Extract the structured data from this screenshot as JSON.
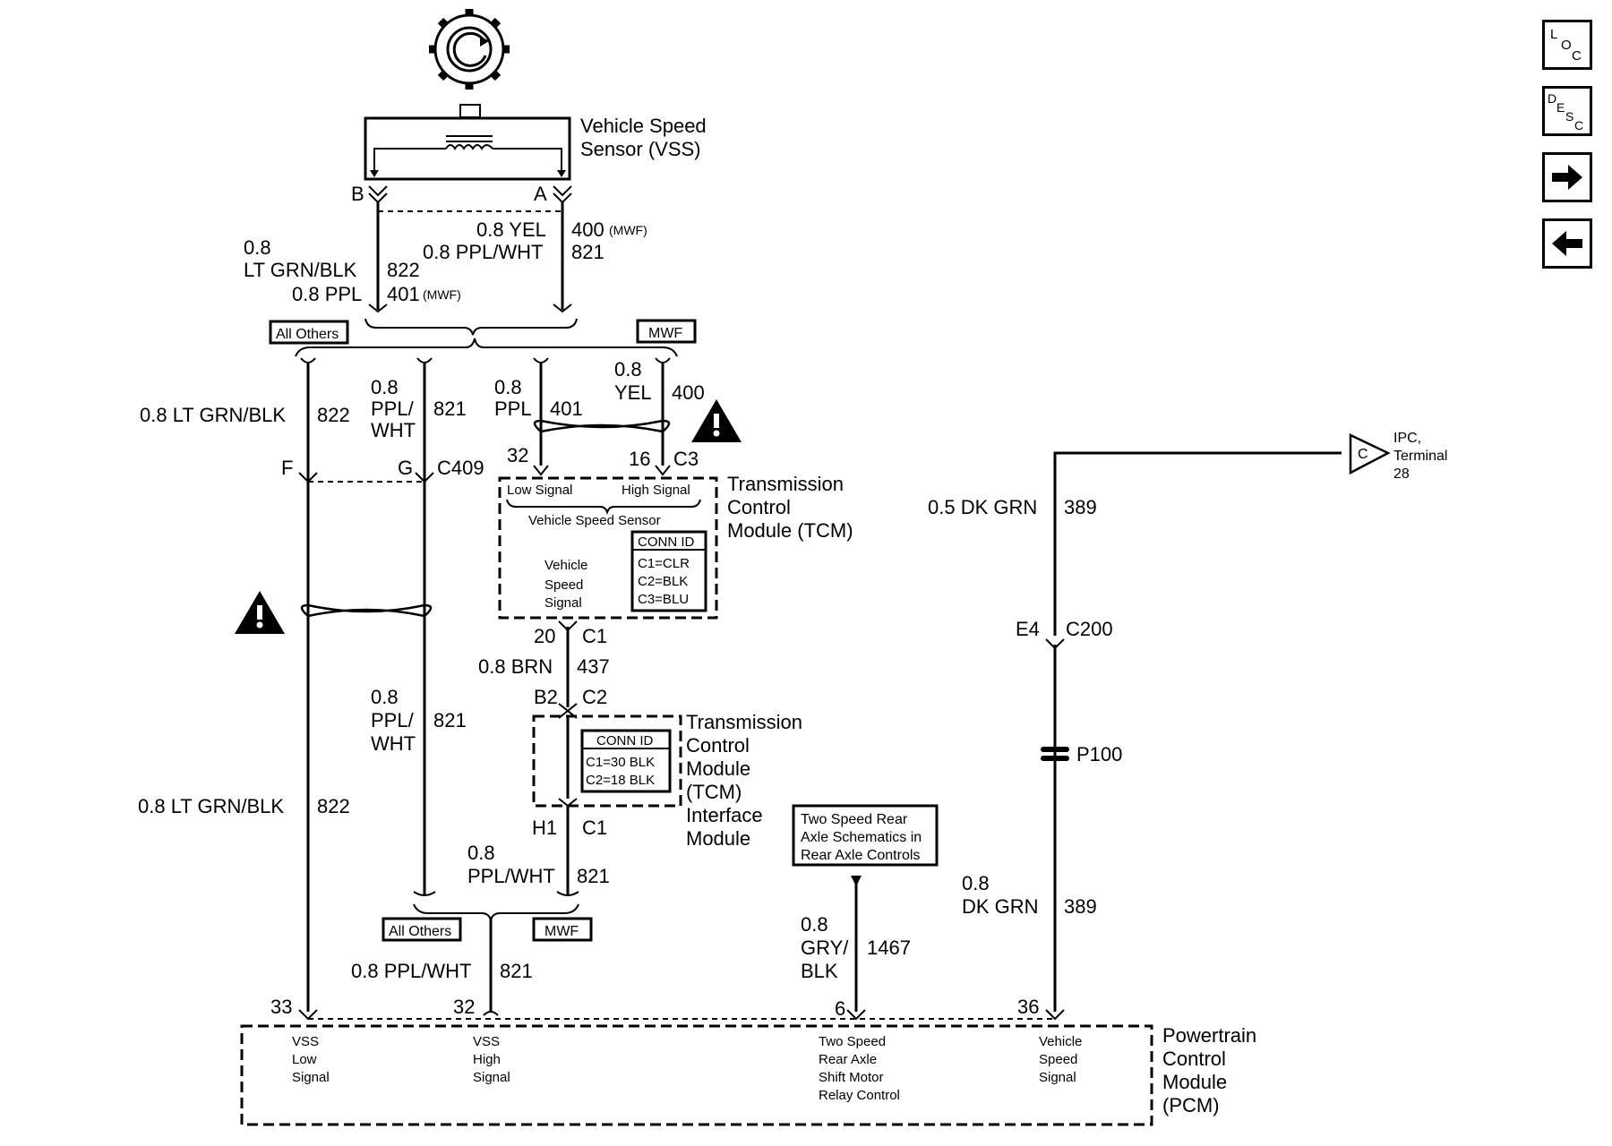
{
  "nav": {
    "loc": {
      "l1": "L",
      "l2": "O",
      "l3": "C"
    },
    "desc": {
      "l1": "D",
      "l2": "E",
      "l3": "S",
      "l4": "C"
    }
  },
  "vss": {
    "name1": "Vehicle Speed",
    "name2": "Sensor (VSS)",
    "pin_b": "B",
    "pin_a": "A"
  },
  "top_wires": {
    "w400_color": "0.8 YEL",
    "w400_num": "400",
    "w400_opt": "(MWF)",
    "w821_color": "0.8 PPL/WHT",
    "w821_num": "821",
    "w822_size": "0.8",
    "w822_color": "LT GRN/BLK",
    "w822_num": "822",
    "w401_color": "0.8 PPL",
    "w401_num": "401",
    "w401_opt": "(MWF)"
  },
  "options": {
    "all_others": "All Others",
    "mwf": "MWF"
  },
  "left_wires": {
    "w822_label": "0.8 LT GRN/BLK",
    "w822_num": "822",
    "w821_size": "0.8",
    "w821_c1": "PPL/",
    "w821_c2": "WHT",
    "w821_num": "821",
    "pin_f": "F",
    "pin_g": "G",
    "conn": "C409"
  },
  "tcm_wires": {
    "w401_size": "0.8",
    "w401_color": "PPL",
    "w401_num": "401",
    "w400_size": "0.8",
    "w400_color": "YEL",
    "w400_num": "400",
    "pin_32": "32",
    "pin_16": "16",
    "conn_c3": "C3"
  },
  "tcm": {
    "name1": "Transmission",
    "name2": "Control",
    "name3": "Module (TCM)",
    "low_signal": "Low Signal",
    "high_signal": "High Signal",
    "vss_label": "Vehicle Speed Sensor",
    "vss_sig1": "Vehicle",
    "vss_sig2": "Speed",
    "vss_sig3": "Signal",
    "conn_id": "CONN ID",
    "c1": "C1=CLR",
    "c2": "C2=BLK",
    "c3": "C3=BLU",
    "pin_20": "20",
    "conn_c1": "C1"
  },
  "brn_wire": {
    "color": "0.8 BRN",
    "num": "437",
    "pin_b2": "B2",
    "conn_c2": "C2"
  },
  "tcm_if": {
    "name1": "Transmission",
    "name2": "Control",
    "name3": "Module",
    "name4": "(TCM)",
    "name5": "Interface",
    "name6": "Module",
    "conn_id": "CONN ID",
    "c1": "C1=30 BLK",
    "c2": "C2=18 BLK",
    "pin_h1": "H1",
    "conn_c1": "C1"
  },
  "mid_wires": {
    "w821_size": "0.8",
    "w821_c1": "PPL/",
    "w821_c2": "WHT",
    "w821_num": "821",
    "w822_label": "0.8 LT GRN/BLK",
    "w822_num": "822",
    "ifw_size": "0.8",
    "ifw_color": "PPL/WHT",
    "ifw_num": "821",
    "bottom_label": "0.8 PPL/WHT",
    "bottom_num": "821"
  },
  "rear_axle": {
    "box1": "Two Speed Rear",
    "box2": "Axle Schematics in",
    "box3": "Rear Axle Controls",
    "size": "0.8",
    "c1": "GRY/",
    "c2": "BLK",
    "num": "1467",
    "pin": "6"
  },
  "right_wires": {
    "ipc1": "IPC,",
    "ipc2": "Terminal",
    "ipc3": "28",
    "ipc_conn": "C",
    "w389_top": "0.5 DK GRN",
    "w389_num": "389",
    "pin_e4": "E4",
    "conn_c200": "C200",
    "splice": "P100",
    "w389b_size": "0.8",
    "w389b_color": "DK GRN",
    "w389b_num": "389",
    "pin_36": "36"
  },
  "pcm": {
    "name1": "Powertrain",
    "name2": "Control",
    "name3": "Module",
    "name4": "(PCM)",
    "pin_33": "33",
    "pin_32": "32",
    "s1a": "VSS",
    "s1b": "Low",
    "s1c": "Signal",
    "s2a": "VSS",
    "s2b": "High",
    "s2c": "Signal",
    "s3a": "Two Speed",
    "s3b": "Rear Axle",
    "s3c": "Shift Motor",
    "s3d": "Relay Control",
    "s4a": "Vehicle",
    "s4b": "Speed",
    "s4c": "Signal"
  }
}
